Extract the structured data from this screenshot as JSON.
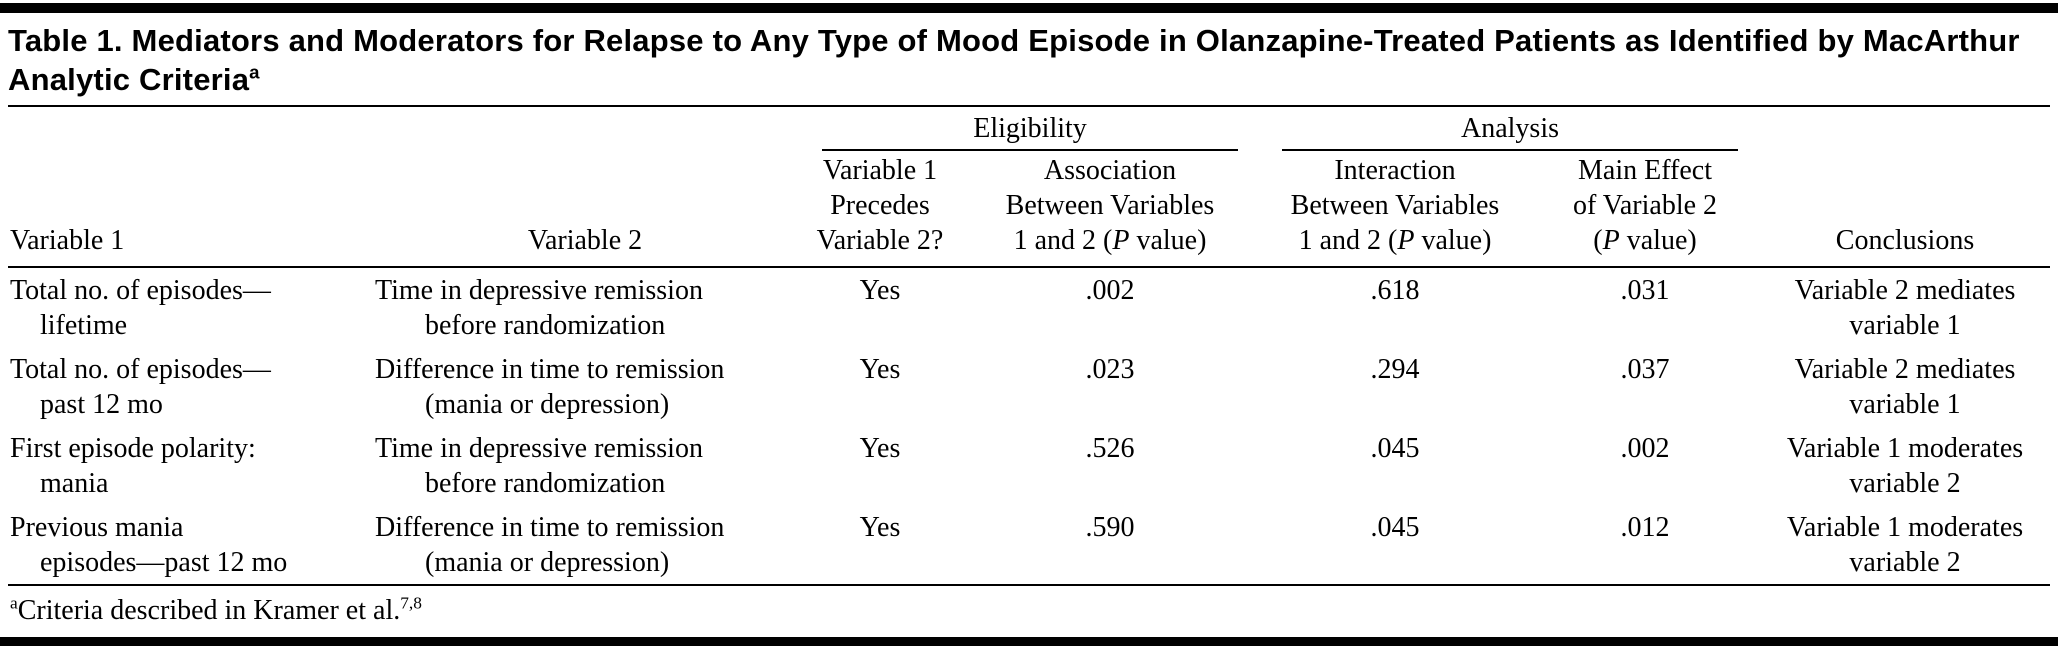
{
  "title": {
    "text": "Table 1. Mediators and Moderators for Relapse to Any Type of Mood Episode in Olanzapine-Treated Patients as Identified by MacArthur Analytic Criteria",
    "marker": "a"
  },
  "table": {
    "spanners": {
      "eligibility": "Eligibility",
      "analysis": "Analysis"
    },
    "headers": {
      "col1": "Variable 1",
      "col2": "Variable 2",
      "precedes": [
        "Variable 1",
        "Precedes",
        "Variable 2?"
      ],
      "association": {
        "l1": "Association",
        "l2": "Between Variables",
        "pre": "1 and 2 (",
        "p": "P",
        "post": " value)"
      },
      "interaction": {
        "l1": "Interaction",
        "l2": "Between Variables",
        "pre": "1 and 2 (",
        "p": "P",
        "post": " value)"
      },
      "main_effect": {
        "l1": "Main Effect",
        "l2": "of Variable 2",
        "pre": "(",
        "p": "P",
        "post": " value)"
      },
      "conclusions": "Conclusions"
    },
    "rows": [
      {
        "variable1": [
          "Total no. of episodes—",
          "lifetime"
        ],
        "variable2": [
          "Time in depressive remission",
          "before randomization"
        ],
        "precedes": "Yes",
        "association": ".002",
        "interaction": ".618",
        "main_effect": ".031",
        "conclusion": [
          "Variable 2 mediates",
          "variable 1"
        ]
      },
      {
        "variable1": [
          "Total no. of episodes—",
          "past 12 mo"
        ],
        "variable2": [
          "Difference in time to remission",
          "(mania or depression)"
        ],
        "precedes": "Yes",
        "association": ".023",
        "interaction": ".294",
        "main_effect": ".037",
        "conclusion": [
          "Variable 2 mediates",
          "variable 1"
        ]
      },
      {
        "variable1": [
          "First episode polarity:",
          "mania"
        ],
        "variable2": [
          "Time in depressive remission",
          "before randomization"
        ],
        "precedes": "Yes",
        "association": ".526",
        "interaction": ".045",
        "main_effect": ".002",
        "conclusion": [
          "Variable 1 moderates",
          "variable 2"
        ]
      },
      {
        "variable1": [
          "Previous mania",
          "episodes—past 12 mo"
        ],
        "variable2": [
          "Difference in time to remission",
          "(mania or depression)"
        ],
        "precedes": "Yes",
        "association": ".590",
        "interaction": ".045",
        "main_effect": ".012",
        "conclusion": [
          "Variable 1 moderates",
          "variable 2"
        ]
      }
    ]
  },
  "footnote": {
    "marker": "a",
    "text": "Criteria described in Kramer et al.",
    "refs": "7,8"
  },
  "colors": {
    "text": "#000000",
    "background": "#ffffff",
    "rule": "#000000"
  }
}
